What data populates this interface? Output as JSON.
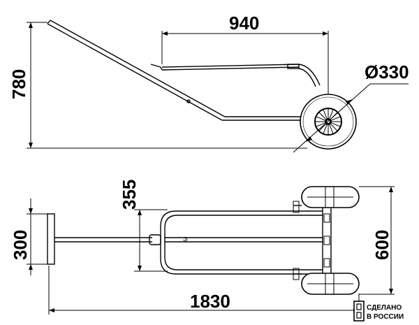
{
  "dimensions": {
    "side_length": "940",
    "side_height": "780",
    "wheel_diameter": "Ø330",
    "top_width_inner": "355",
    "top_handle_width": "300",
    "top_width_total": "600",
    "top_length_total": "1830"
  },
  "badge": {
    "line1": "СДЕЛАНО",
    "line2": "В РОССИИ"
  },
  "colors": {
    "ink": "#000000",
    "background": "#ffffff"
  }
}
